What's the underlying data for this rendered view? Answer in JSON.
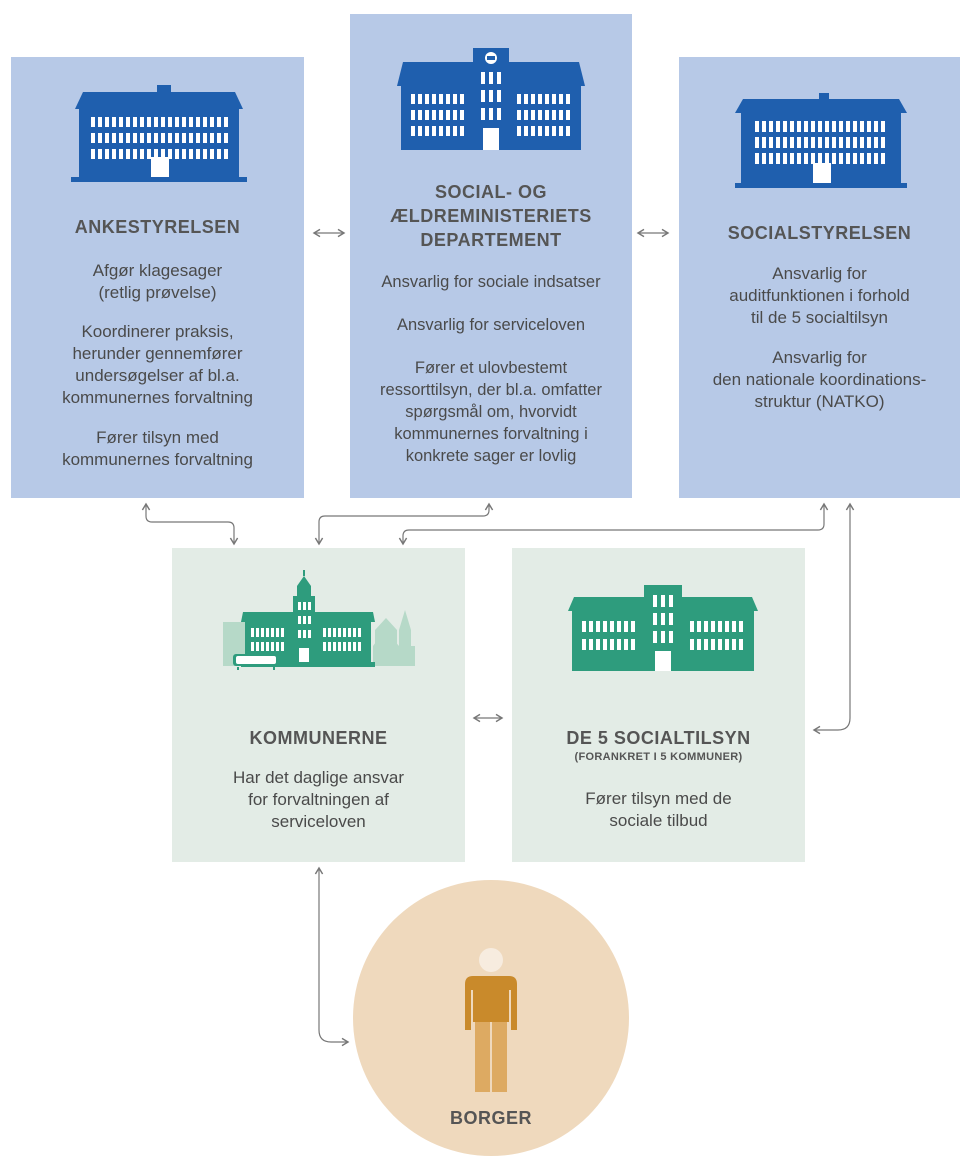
{
  "ankestyrelsen": {
    "title": "ANKESTYRELSEN",
    "paragraphs": [
      "Afgør klagesager\n(retlig prøvelse)",
      "Koordinerer praksis,\nherunder gennemfører\nundersøgelser af bl.a.\nkommunernes forvaltning",
      "Fører tilsyn med\nkommunernes forvaltning"
    ]
  },
  "department": {
    "title": "SOCIAL- OG\nÆLDREMINISTERIETS\nDEPARTEMENT",
    "paragraphs": [
      "Ansvarlig for sociale indsatser",
      "Ansvarlig for serviceloven",
      "Fører et ulovbestemt\nressorttilsyn, der bl.a. omfatter\nspørgsmål om, hvorvidt\nkommunernes forvaltning i\nkonkrete sager er lovlig"
    ]
  },
  "socialstyrelsen": {
    "title": "SOCIALSTYRELSEN",
    "paragraphs": [
      "Ansvarlig for\nauditfunktionen i forhold\ntil de 5 socialtilsyn",
      "Ansvarlig for\nden nationale koordinations-\nstruktur (NATKO)"
    ]
  },
  "kommunerne": {
    "title": "KOMMUNERNE",
    "paragraphs": [
      "Har det daglige ansvar\nfor forvaltningen af\nserviceloven"
    ]
  },
  "socialtilsyn": {
    "title": "DE 5 SOCIALTILSYN",
    "subtitle": "(FORANKRET I 5 KOMMUNER)",
    "paragraphs": [
      "Fører tilsyn med de\nsociale tilbud"
    ]
  },
  "borger": {
    "title": "BORGER"
  },
  "colors": {
    "blue_box": "#b7c9e7",
    "green_box": "#e3ece6",
    "building_blue": "#1f5fae",
    "building_green": "#2e9c7d",
    "citizen_circle": "#efd9bd",
    "citizen_shirt": "#c98a2b",
    "citizen_legs": "#ddaa62",
    "arrow": "#777777"
  }
}
